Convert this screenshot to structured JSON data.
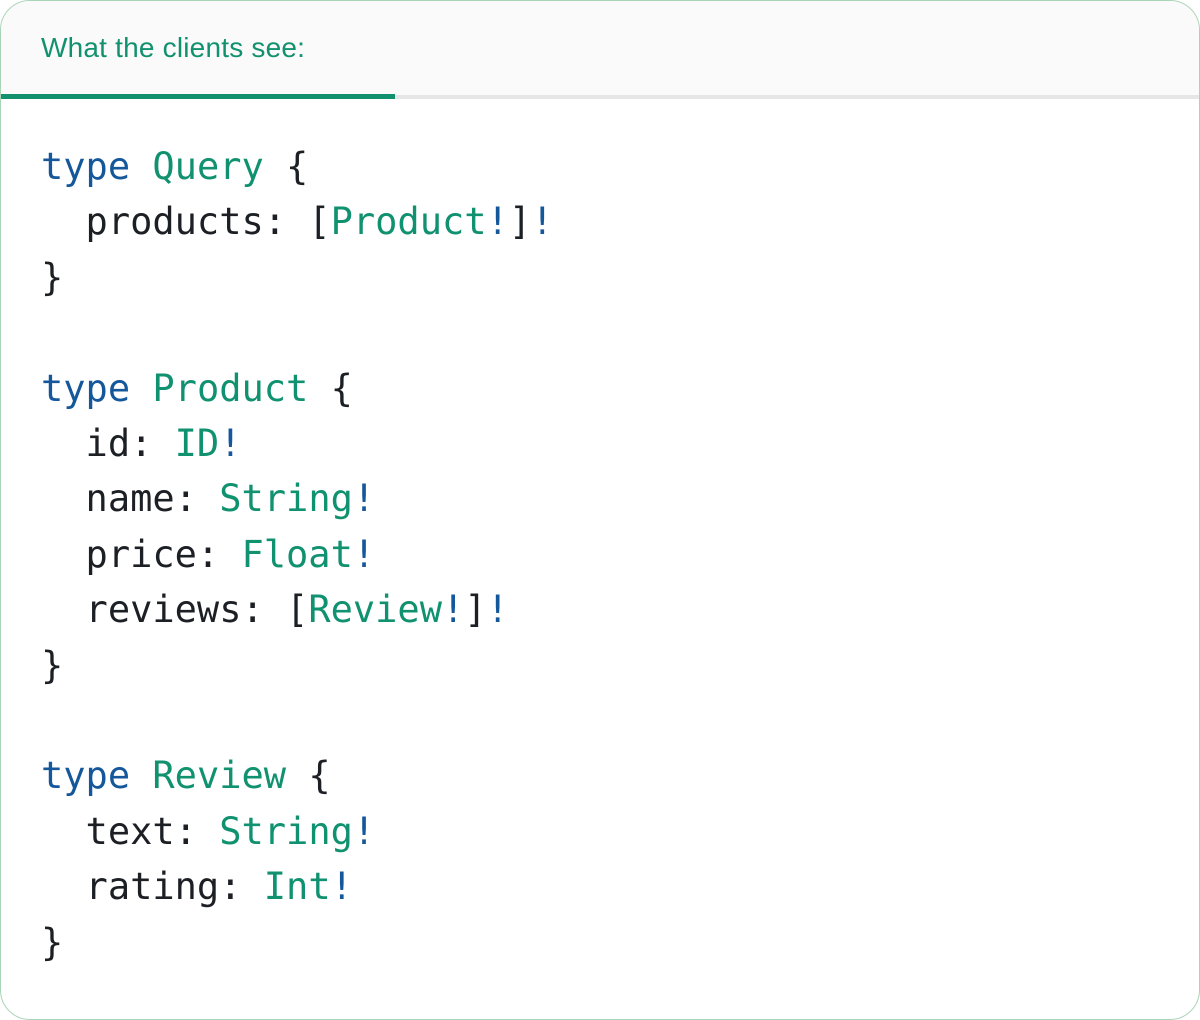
{
  "tab_bar": {
    "active_tab": {
      "label": "What the clients see:"
    }
  },
  "colors": {
    "tab_text": "#12916E",
    "tab_indicator": "#12916E",
    "keyword_blue": "#15579B",
    "typename_green": "#10916F",
    "plain_dark": "#1C2025",
    "divider_gray": "#E6E6E6",
    "card_border_green": "#A9D4B8",
    "tab_bar_bg": "#FAFAFA",
    "content_bg": "#FFFFFF"
  },
  "code_panel": {
    "language": "graphql-schema",
    "lines": [
      {
        "tokens": [
          {
            "text": "type",
            "style": "keyword"
          },
          {
            "text": " ",
            "style": "plain"
          },
          {
            "text": "Query",
            "style": "typename"
          },
          {
            "text": " {",
            "style": "plain"
          }
        ]
      },
      {
        "tokens": [
          {
            "text": "  products: [",
            "style": "plain"
          },
          {
            "text": "Product",
            "style": "typename"
          },
          {
            "text": "!",
            "style": "bang"
          },
          {
            "text": "]",
            "style": "plain"
          },
          {
            "text": "!",
            "style": "bang"
          }
        ]
      },
      {
        "tokens": [
          {
            "text": "}",
            "style": "plain"
          }
        ]
      },
      {
        "tokens": []
      },
      {
        "tokens": [
          {
            "text": "type",
            "style": "keyword"
          },
          {
            "text": " ",
            "style": "plain"
          },
          {
            "text": "Product",
            "style": "typename"
          },
          {
            "text": " {",
            "style": "plain"
          }
        ]
      },
      {
        "tokens": [
          {
            "text": "  id: ",
            "style": "plain"
          },
          {
            "text": "ID",
            "style": "typename"
          },
          {
            "text": "!",
            "style": "bang"
          }
        ]
      },
      {
        "tokens": [
          {
            "text": "  name: ",
            "style": "plain"
          },
          {
            "text": "String",
            "style": "typename"
          },
          {
            "text": "!",
            "style": "bang"
          }
        ]
      },
      {
        "tokens": [
          {
            "text": "  price: ",
            "style": "plain"
          },
          {
            "text": "Float",
            "style": "typename"
          },
          {
            "text": "!",
            "style": "bang"
          }
        ]
      },
      {
        "tokens": [
          {
            "text": "  reviews: [",
            "style": "plain"
          },
          {
            "text": "Review",
            "style": "typename"
          },
          {
            "text": "!",
            "style": "bang"
          },
          {
            "text": "]",
            "style": "plain"
          },
          {
            "text": "!",
            "style": "bang"
          }
        ]
      },
      {
        "tokens": [
          {
            "text": "}",
            "style": "plain"
          }
        ]
      },
      {
        "tokens": []
      },
      {
        "tokens": [
          {
            "text": "type",
            "style": "keyword"
          },
          {
            "text": " ",
            "style": "plain"
          },
          {
            "text": "Review",
            "style": "typename"
          },
          {
            "text": " {",
            "style": "plain"
          }
        ]
      },
      {
        "tokens": [
          {
            "text": "  text: ",
            "style": "plain"
          },
          {
            "text": "String",
            "style": "typename"
          },
          {
            "text": "!",
            "style": "bang"
          }
        ]
      },
      {
        "tokens": [
          {
            "text": "  rating: ",
            "style": "plain"
          },
          {
            "text": "Int",
            "style": "typename"
          },
          {
            "text": "!",
            "style": "bang"
          }
        ]
      },
      {
        "tokens": [
          {
            "text": "}",
            "style": "plain"
          }
        ]
      }
    ]
  }
}
